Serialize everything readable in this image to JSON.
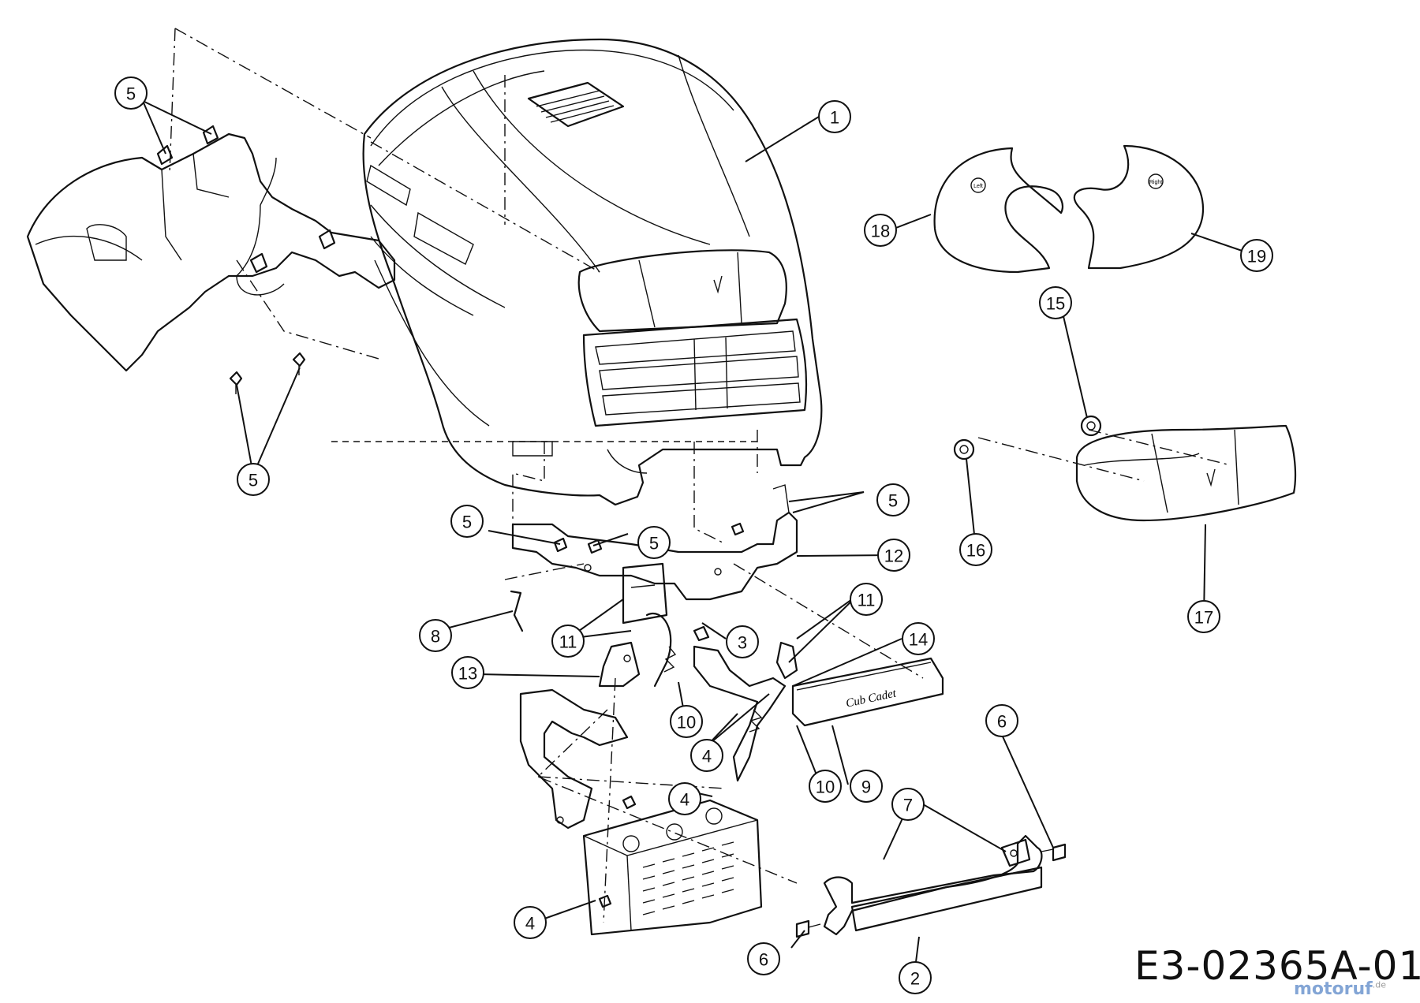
{
  "diagram": {
    "code": "E3-02365A-01",
    "watermark": "motoruf",
    "watermark_tld": ".de",
    "emblem_text": "Cub Cadet",
    "decal_left_text": "Left",
    "decal_right_text": "Right"
  },
  "callouts": [
    {
      "id": "c1",
      "label": "1"
    },
    {
      "id": "c2",
      "label": "2"
    },
    {
      "id": "c3",
      "label": "3"
    },
    {
      "id": "c4a",
      "label": "4"
    },
    {
      "id": "c4b",
      "label": "4"
    },
    {
      "id": "c4c",
      "label": "4"
    },
    {
      "id": "c5a",
      "label": "5"
    },
    {
      "id": "c5b",
      "label": "5"
    },
    {
      "id": "c5c",
      "label": "5"
    },
    {
      "id": "c5d",
      "label": "5"
    },
    {
      "id": "c5e",
      "label": "5"
    },
    {
      "id": "c6a",
      "label": "6"
    },
    {
      "id": "c6b",
      "label": "6"
    },
    {
      "id": "c7",
      "label": "7"
    },
    {
      "id": "c8",
      "label": "8"
    },
    {
      "id": "c9",
      "label": "9"
    },
    {
      "id": "c10a",
      "label": "10"
    },
    {
      "id": "c10b",
      "label": "10"
    },
    {
      "id": "c11a",
      "label": "11"
    },
    {
      "id": "c11b",
      "label": "11"
    },
    {
      "id": "c12",
      "label": "12"
    },
    {
      "id": "c13",
      "label": "13"
    },
    {
      "id": "c14",
      "label": "14"
    },
    {
      "id": "c15",
      "label": "15"
    },
    {
      "id": "c16",
      "label": "16"
    },
    {
      "id": "c17",
      "label": "17"
    },
    {
      "id": "c18",
      "label": "18"
    },
    {
      "id": "c19",
      "label": "19"
    }
  ]
}
